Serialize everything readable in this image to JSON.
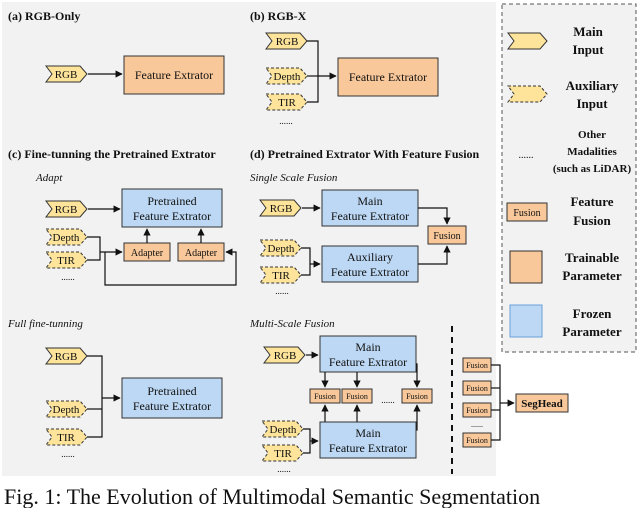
{
  "panels": {
    "a": {
      "title": "(a)   RGB-Only",
      "rgb": "RGB",
      "extractor": "Feature Extrator"
    },
    "b": {
      "title": "(b)   RGB-X",
      "rgb": "RGB",
      "depth": "Depth",
      "tir": "TIR",
      "dots": "......",
      "extractor": "Feature Extrator"
    },
    "c": {
      "title": "(c)   Fine-tunning the Pretrained Extrator",
      "adapt_label": "Adapt",
      "full_label": "Full fine-tunning",
      "rgb": "RGB",
      "depth": "Depth",
      "tir": "TIR",
      "dots": "......",
      "pretrained_line1": "Pretrained",
      "pretrained_line2": "Feature Extrator",
      "adapter": "Adapter"
    },
    "d": {
      "title": "(d)   Pretrained Extrator With Feature Fusion",
      "single_label": "Single Scale Fusion",
      "multi_label": "Multi-Scale Fusion",
      "rgb": "RGB",
      "depth": "Depth",
      "tir": "TIR",
      "dots": "......",
      "main_line1": "Main",
      "main_line2": "Feature Extrator",
      "aux_line1": "Auxiliary",
      "aux_line2": "Feature Extrator",
      "fusion": "Fusion",
      "segheadlabel": "SegHead"
    }
  },
  "legend": {
    "main_input": [
      "Main",
      "Input"
    ],
    "aux_input": [
      "Auxiliary",
      "Input"
    ],
    "dots": "......",
    "other": [
      "Other",
      "Madalities",
      "(such as LiDAR)"
    ],
    "fusion_tag": "Fusion",
    "feature_fusion": [
      "Feature",
      "Fusion"
    ],
    "trainable": [
      "Trainable",
      "Parameter"
    ],
    "frozen": [
      "Frozen",
      "Parameter"
    ]
  },
  "colors": {
    "orange": "#f9c89a",
    "blue": "#bcd8f4",
    "yellow": "#fde49a",
    "panel": "#f2f2f2"
  },
  "caption": "Fig. 1: The Evolution of Multimodal Semantic Segmentation"
}
